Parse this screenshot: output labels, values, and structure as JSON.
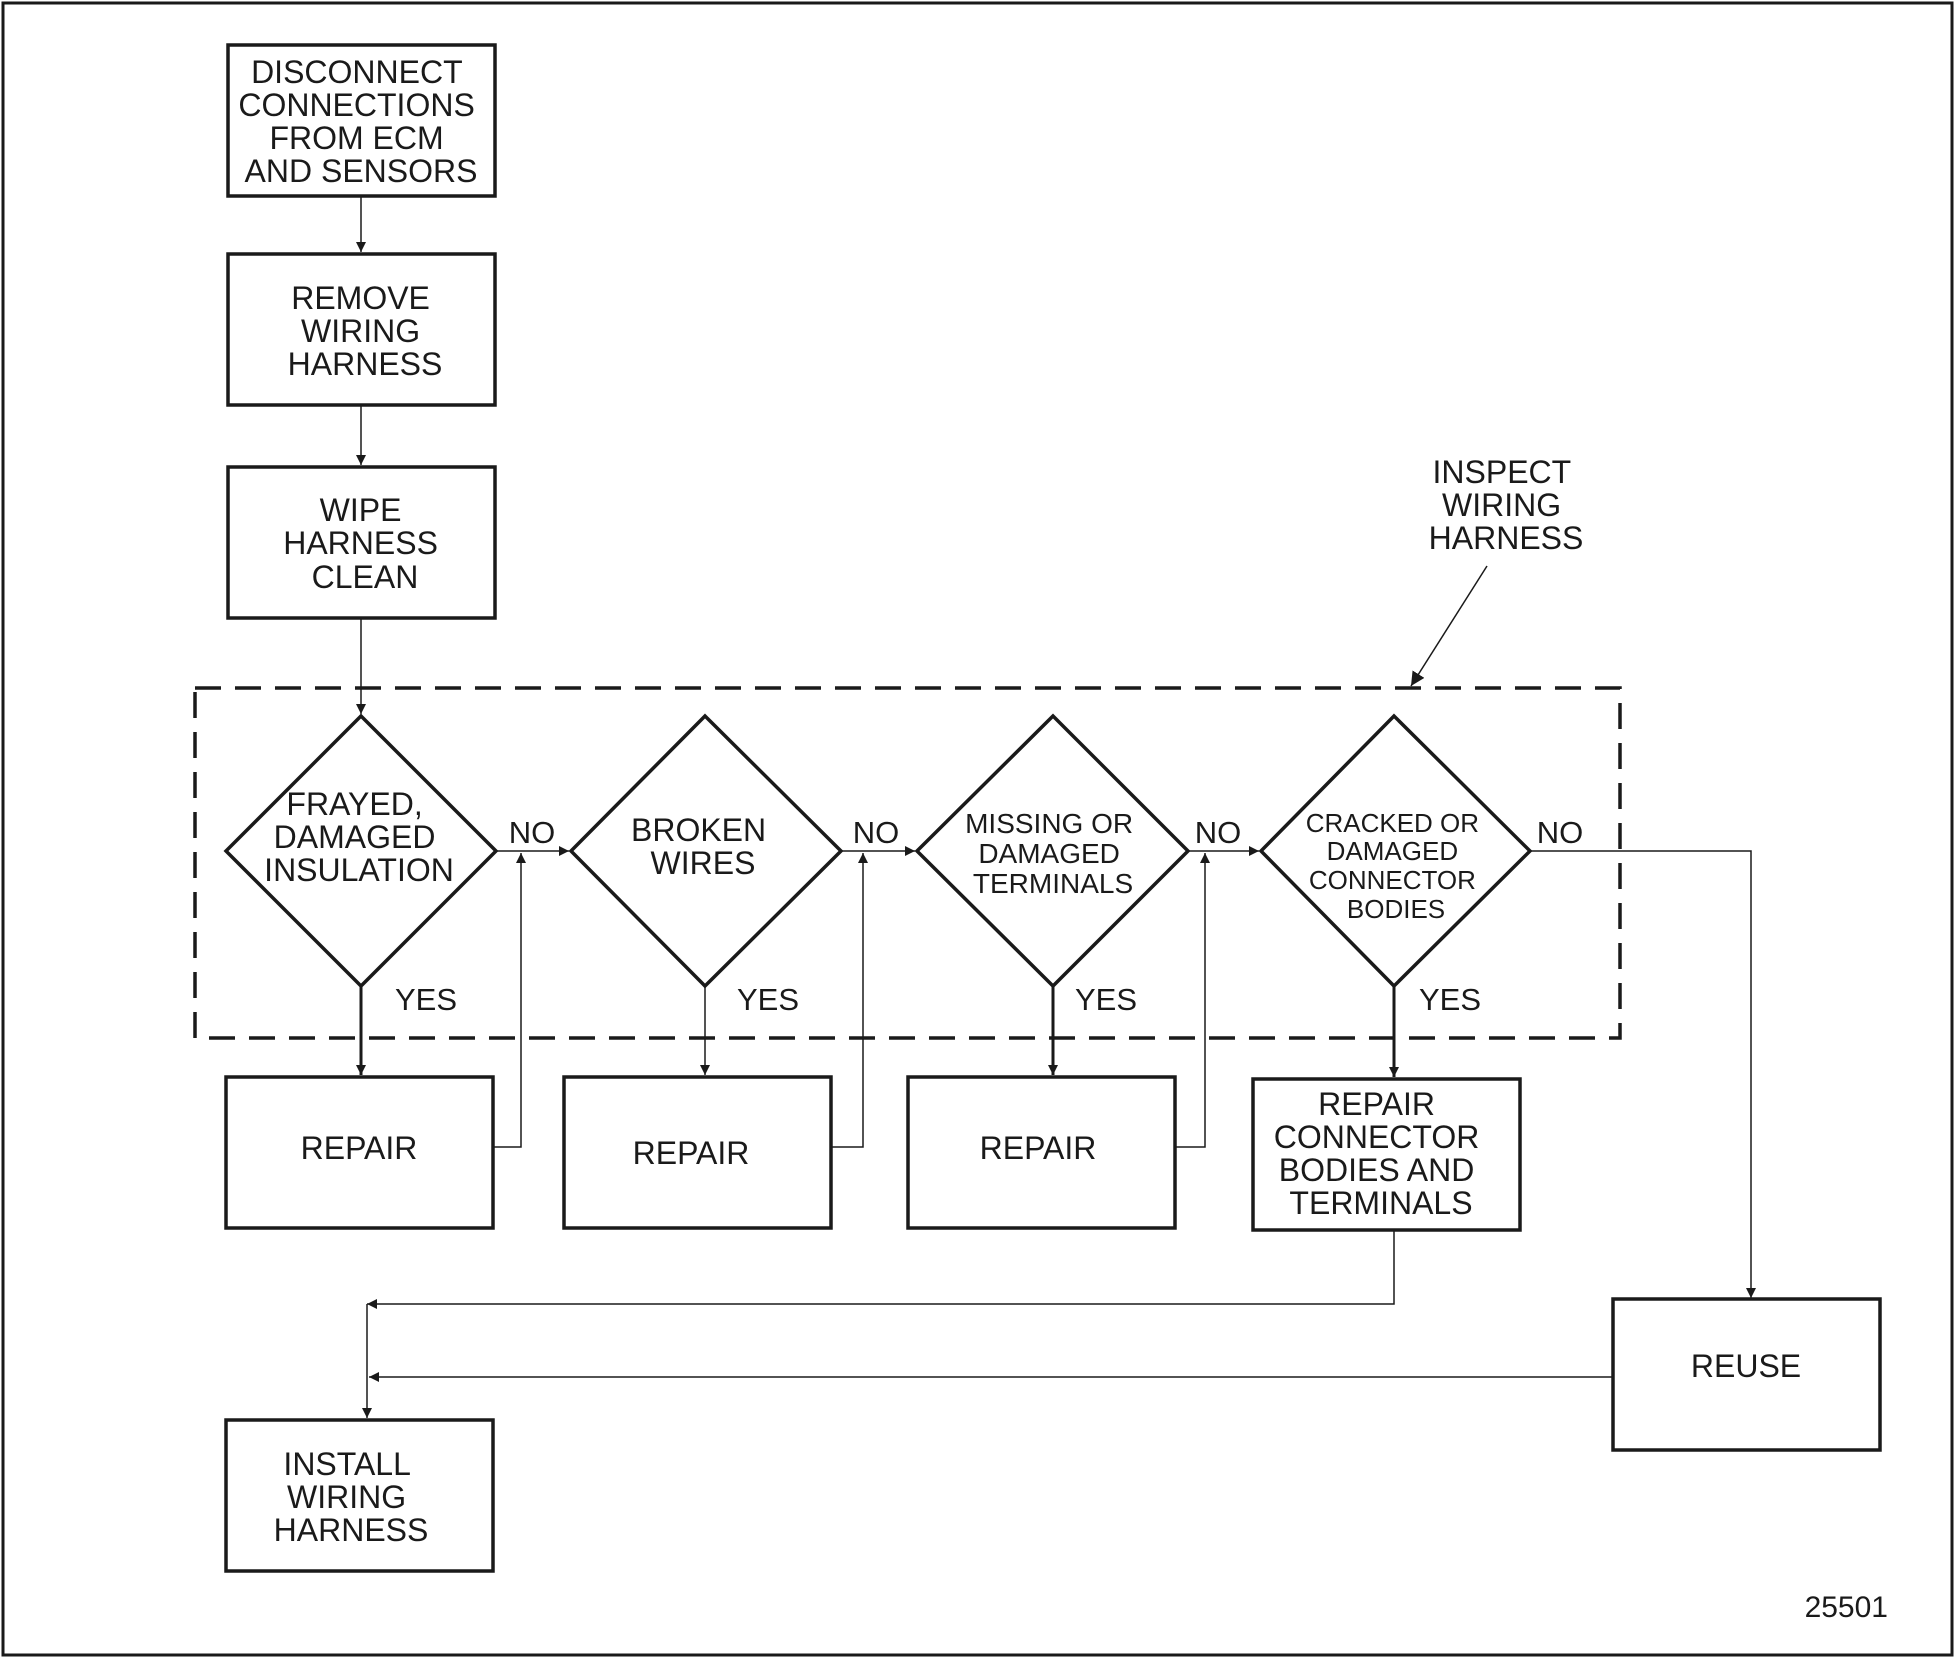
{
  "steps": {
    "disconnect": [
      "DISCONNECT",
      "CONNECTIONS",
      "FROM ECM",
      "AND SENSORS"
    ],
    "remove": [
      "REMOVE",
      "WIRING",
      "HARNESS"
    ],
    "wipe": [
      "WIPE",
      "HARNESS",
      "CLEAN"
    ],
    "install": [
      "INSTALL",
      "WIRING",
      "HARNESS"
    ],
    "reuse": [
      "REUSE"
    ]
  },
  "decisions": {
    "frayed": [
      "FRAYED,",
      "DAMAGED",
      "INSULATION"
    ],
    "broken": [
      "BROKEN",
      "WIRES"
    ],
    "missing": [
      "MISSING OR",
      "DAMAGED",
      "TERMINALS"
    ],
    "cracked": [
      "CRACKED OR",
      "DAMAGED",
      "CONNECTOR",
      "BODIES"
    ]
  },
  "repairs": {
    "r1": [
      "REPAIR"
    ],
    "r2": [
      "REPAIR"
    ],
    "r3": [
      "REPAIR"
    ],
    "r4": [
      "REPAIR",
      "CONNECTOR",
      "BODIES AND",
      "TERMINALS"
    ]
  },
  "branch_labels": {
    "yes": "YES",
    "no": "NO"
  },
  "annotation": [
    "INSPECT",
    "WIRING",
    "HARNESS"
  ],
  "figure_number": "25501"
}
